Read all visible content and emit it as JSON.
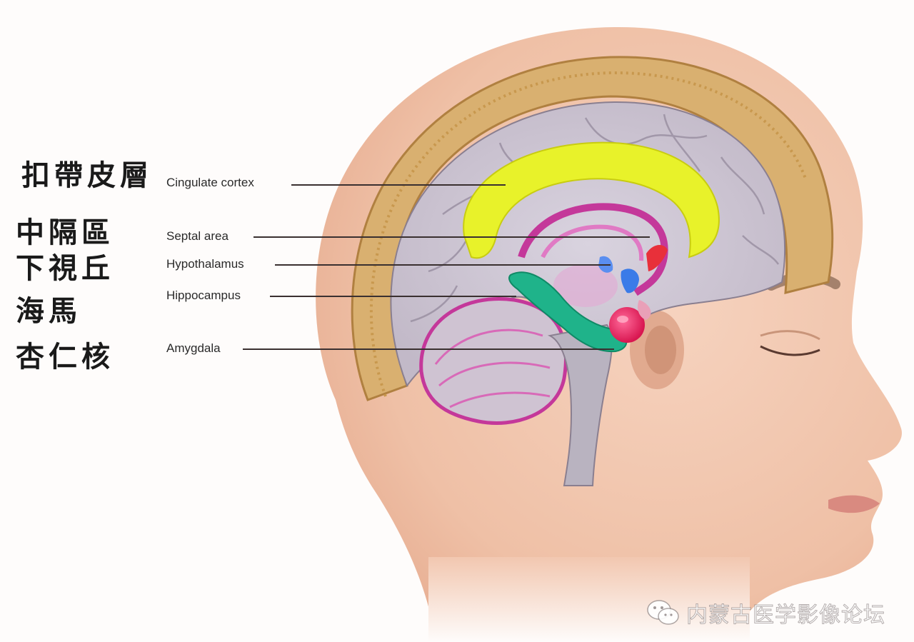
{
  "labels": [
    {
      "id": "cingulate",
      "zh": "扣帶皮層",
      "en": "Cingulate cortex",
      "color": "#e8f22a"
    },
    {
      "id": "septal",
      "zh": "中隔區",
      "en": "Septal area",
      "color": "#e8303a"
    },
    {
      "id": "hypothalamus",
      "zh": "下視丘",
      "en": "Hypothalamus",
      "color": "#3a7be8"
    },
    {
      "id": "hippocampus",
      "zh": "海馬",
      "en": "Hippocampus",
      "color": "#1fb38a"
    },
    {
      "id": "amygdala",
      "zh": "杏仁核",
      "en": "Amygdala",
      "color": "#e8245a"
    }
  ],
  "watermark": {
    "text": "内蒙古医学影像论坛",
    "icon": "wechat-icon"
  }
}
